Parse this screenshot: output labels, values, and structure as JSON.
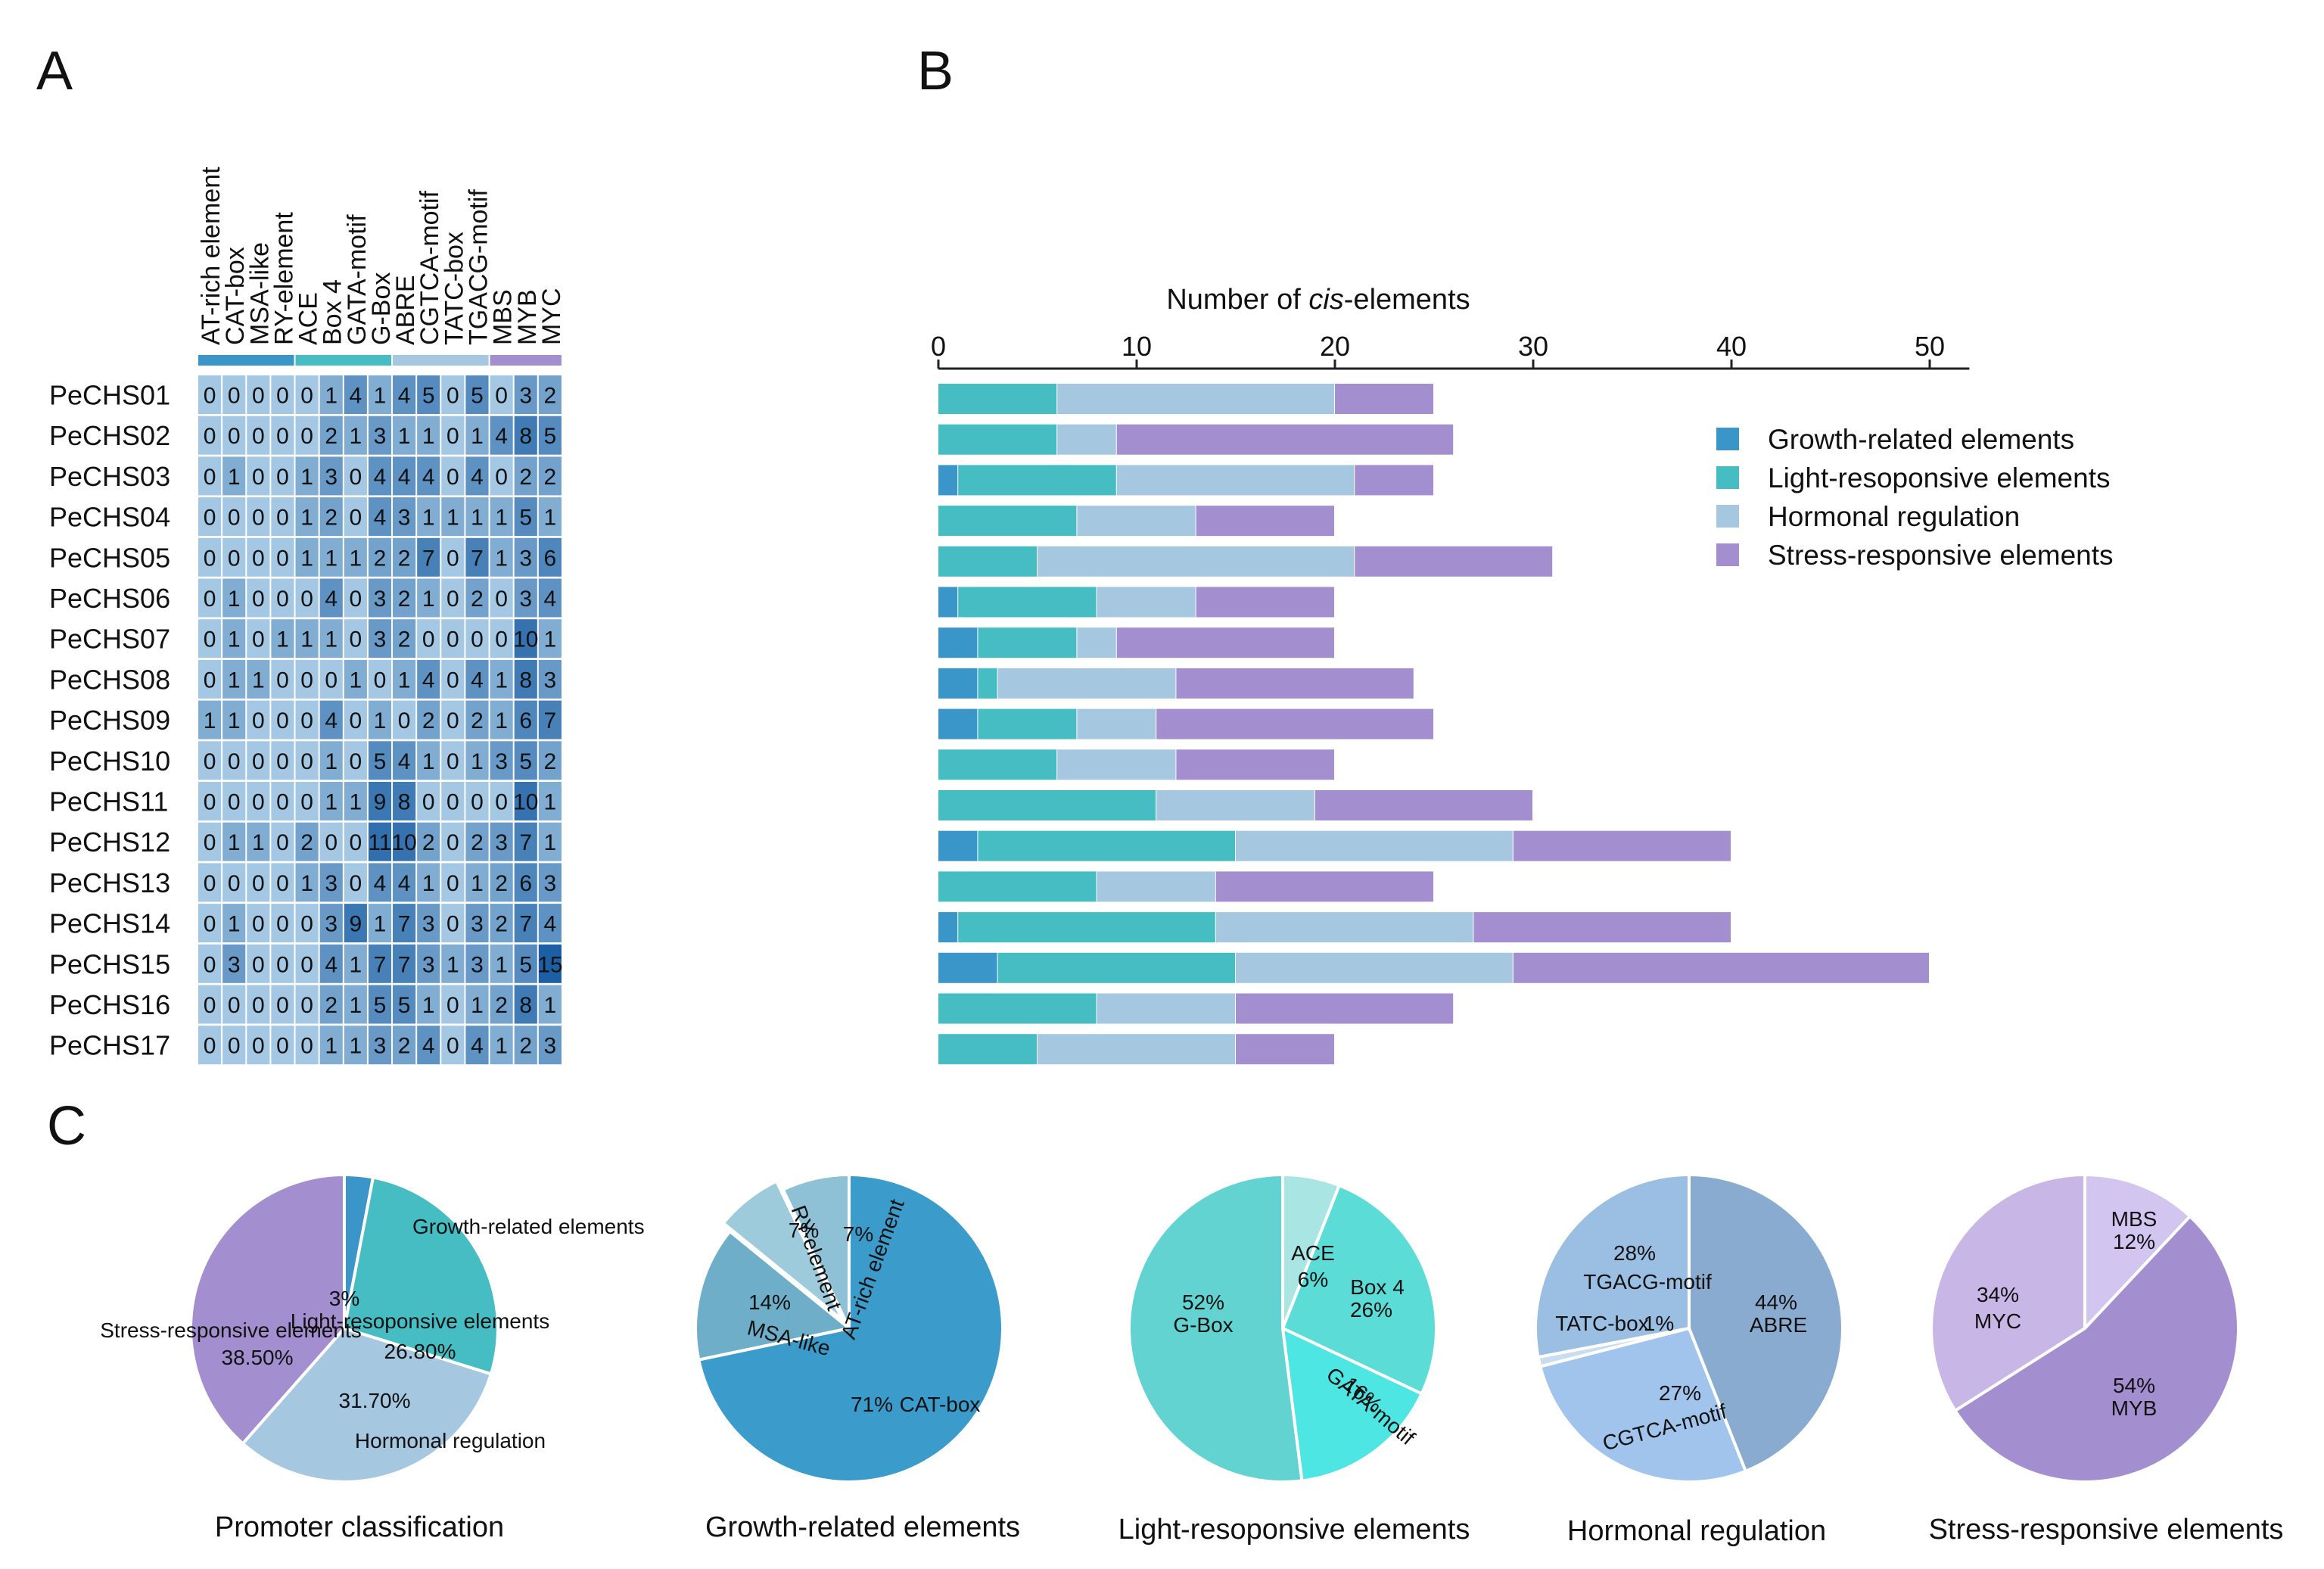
{
  "panel_labels": {
    "a": "A",
    "b": "B",
    "c": "C"
  },
  "colors": {
    "growth": "#3a95c9",
    "light": "#45bdc2",
    "hormonal": "#a6c7e0",
    "stress": "#a38fd0",
    "heat_low": "#a4c8e4",
    "heat_high": "#1d5fa4"
  },
  "chart_data": [
    {
      "type": "heatmap",
      "panel": "A",
      "columns": [
        "AT-rich element",
        "CAT-box",
        "MSA-like",
        "RY-element",
        "ACE",
        "Box 4",
        "GATA-motif",
        "G-Box",
        "ABRE",
        "CGTCA-motif",
        "TATC-box",
        "TGACG-motif",
        "MBS",
        "MYB",
        "MYC"
      ],
      "column_groups": [
        {
          "name": "growth",
          "span": 4
        },
        {
          "name": "light",
          "span": 4
        },
        {
          "name": "hormonal",
          "span": 4
        },
        {
          "name": "stress",
          "span": 3
        }
      ],
      "rows": [
        "PeCHS01",
        "PeCHS02",
        "PeCHS03",
        "PeCHS04",
        "PeCHS05",
        "PeCHS06",
        "PeCHS07",
        "PeCHS08",
        "PeCHS09",
        "PeCHS10",
        "PeCHS11",
        "PeCHS12",
        "PeCHS13",
        "PeCHS14",
        "PeCHS15",
        "PeCHS16",
        "PeCHS17"
      ],
      "values": [
        [
          0,
          0,
          0,
          0,
          0,
          1,
          4,
          1,
          4,
          5,
          0,
          5,
          0,
          3,
          2
        ],
        [
          0,
          0,
          0,
          0,
          0,
          2,
          1,
          3,
          1,
          1,
          0,
          1,
          4,
          8,
          5
        ],
        [
          0,
          1,
          0,
          0,
          1,
          3,
          0,
          4,
          4,
          4,
          0,
          4,
          0,
          2,
          2
        ],
        [
          0,
          0,
          0,
          0,
          1,
          2,
          0,
          4,
          3,
          1,
          1,
          1,
          1,
          5,
          1
        ],
        [
          0,
          0,
          0,
          0,
          1,
          1,
          1,
          2,
          2,
          7,
          0,
          7,
          1,
          3,
          6
        ],
        [
          0,
          1,
          0,
          0,
          0,
          4,
          0,
          3,
          2,
          1,
          0,
          2,
          0,
          3,
          4
        ],
        [
          0,
          1,
          0,
          1,
          1,
          1,
          0,
          3,
          2,
          0,
          0,
          0,
          0,
          10,
          1
        ],
        [
          0,
          1,
          1,
          0,
          0,
          0,
          1,
          0,
          1,
          4,
          0,
          4,
          1,
          8,
          3
        ],
        [
          1,
          1,
          0,
          0,
          0,
          4,
          0,
          1,
          0,
          2,
          0,
          2,
          1,
          6,
          7
        ],
        [
          0,
          0,
          0,
          0,
          0,
          1,
          0,
          5,
          4,
          1,
          0,
          1,
          3,
          5,
          2
        ],
        [
          0,
          0,
          0,
          0,
          0,
          1,
          1,
          9,
          8,
          0,
          0,
          0,
          0,
          10,
          1
        ],
        [
          0,
          1,
          1,
          0,
          2,
          0,
          0,
          11,
          10,
          2,
          0,
          2,
          3,
          7,
          1
        ],
        [
          0,
          0,
          0,
          0,
          1,
          3,
          0,
          4,
          4,
          1,
          0,
          1,
          2,
          6,
          3
        ],
        [
          0,
          1,
          0,
          0,
          0,
          3,
          9,
          1,
          7,
          3,
          0,
          3,
          2,
          7,
          4
        ],
        [
          0,
          3,
          0,
          0,
          0,
          4,
          1,
          7,
          7,
          3,
          1,
          3,
          1,
          5,
          15
        ],
        [
          0,
          0,
          0,
          0,
          0,
          2,
          1,
          5,
          5,
          1,
          0,
          1,
          2,
          8,
          1
        ],
        [
          0,
          0,
          0,
          0,
          0,
          1,
          1,
          3,
          2,
          4,
          0,
          4,
          1,
          2,
          3
        ]
      ]
    },
    {
      "type": "bar",
      "orientation": "horizontal",
      "stacked": true,
      "panel": "B",
      "xlabel_prefix": "Number of ",
      "xlabel_italic": "cis",
      "xlabel_suffix": "-elements",
      "xlim": [
        0,
        52
      ],
      "xticks": [
        0,
        10,
        20,
        30,
        40,
        50
      ],
      "legend_position": "right",
      "categories": [
        "PeCHS01",
        "PeCHS02",
        "PeCHS03",
        "PeCHS04",
        "PeCHS05",
        "PeCHS06",
        "PeCHS07",
        "PeCHS08",
        "PeCHS09",
        "PeCHS10",
        "PeCHS11",
        "PeCHS12",
        "PeCHS13",
        "PeCHS14",
        "PeCHS15",
        "PeCHS16",
        "PeCHS17"
      ],
      "series": [
        {
          "name": "Growth-related elements",
          "color_key": "growth",
          "values": [
            0,
            0,
            1,
            0,
            0,
            1,
            2,
            2,
            2,
            0,
            0,
            2,
            0,
            1,
            3,
            0,
            0
          ]
        },
        {
          "name": "Light-resoponsive elements",
          "color_key": "light",
          "values": [
            6,
            6,
            8,
            7,
            5,
            7,
            5,
            1,
            5,
            6,
            11,
            13,
            8,
            13,
            12,
            8,
            5
          ]
        },
        {
          "name": "Hormonal regulation",
          "color_key": "hormonal",
          "values": [
            14,
            3,
            12,
            6,
            16,
            5,
            2,
            9,
            4,
            6,
            8,
            14,
            6,
            13,
            14,
            7,
            10
          ]
        },
        {
          "name": " Stress-responsive elements",
          "color_key": "stress",
          "values": [
            5,
            17,
            4,
            7,
            10,
            7,
            11,
            12,
            14,
            8,
            11,
            11,
            11,
            13,
            21,
            11,
            5
          ]
        }
      ]
    },
    {
      "type": "pie",
      "panel": "C",
      "caption": "Promoter classification",
      "slices": [
        {
          "label": "Growth-related elements",
          "pct_text": "3%",
          "value": 3,
          "color_key": "growth"
        },
        {
          "label": "Light-resoponsive elements",
          "pct_text": "26.80%",
          "value": 26.8,
          "color_key": "light"
        },
        {
          "label": "Hormonal regulation",
          "pct_text": "31.70%",
          "value": 31.7,
          "color_key": "hormonal"
        },
        {
          "label": "Stress-responsive elements",
          "pct_text": "38.50%",
          "value": 38.5,
          "color_key": "stress"
        }
      ]
    },
    {
      "type": "pie",
      "panel": "C",
      "caption": "Growth-related elements",
      "slices": [
        {
          "label": "CAT-box",
          "pct_text": "71%",
          "value": 71,
          "color": "#3b9ccc"
        },
        {
          "label": "MSA-like",
          "pct_text": "14%",
          "value": 14,
          "color": "#6faec9"
        },
        {
          "label": "RY-element",
          "pct_text": "7%",
          "value": 7,
          "color": "#9ecbdc",
          "exploded": true
        },
        {
          "label": "AT-rich element",
          "pct_text": "7%",
          "value": 7,
          "color": "#8ec0d6"
        }
      ]
    },
    {
      "type": "pie",
      "panel": "C",
      "caption": "Light-resoponsive elements",
      "slices": [
        {
          "label": "ACE",
          "pct_text": "6%",
          "value": 6,
          "color": "#a9e6e3"
        },
        {
          "label": "Box 4",
          "pct_text": "26%",
          "value": 26,
          "color": "#5cdcd7"
        },
        {
          "label": "GATA-motif",
          "pct_text": "16%",
          "value": 16,
          "color": "#4de6e3"
        },
        {
          "label": "G-Box",
          "pct_text": "52%",
          "value": 52,
          "color": "#62d3d0"
        }
      ]
    },
    {
      "type": "pie",
      "panel": "C",
      "caption": "Hormonal regulation",
      "slices": [
        {
          "label": "ABRE",
          "pct_text": "44%",
          "value": 44,
          "color": "#8aabd0"
        },
        {
          "label": "CGTCA-motif",
          "pct_text": "27%",
          "value": 27,
          "color": "#a1c4ec"
        },
        {
          "label": "TATC-box",
          "pct_text": "1%",
          "value": 1,
          "color": "#c9dcf0"
        },
        {
          "label": "TGACG-motif",
          "pct_text": "28%",
          "value": 28,
          "color": "#9bbfe3"
        }
      ]
    },
    {
      "type": "pie",
      "panel": "C",
      "caption": "Stress-responsive elements",
      "slices": [
        {
          "label": "MBS",
          "pct_text": "12%",
          "value": 12,
          "color": "#d2c5ef"
        },
        {
          "label": "MYB",
          "pct_text": "54%",
          "value": 54,
          "color": "#a38fd0"
        },
        {
          "label": "MYC",
          "pct_text": "34%",
          "value": 34,
          "color": "#c8b6e6"
        }
      ]
    }
  ]
}
